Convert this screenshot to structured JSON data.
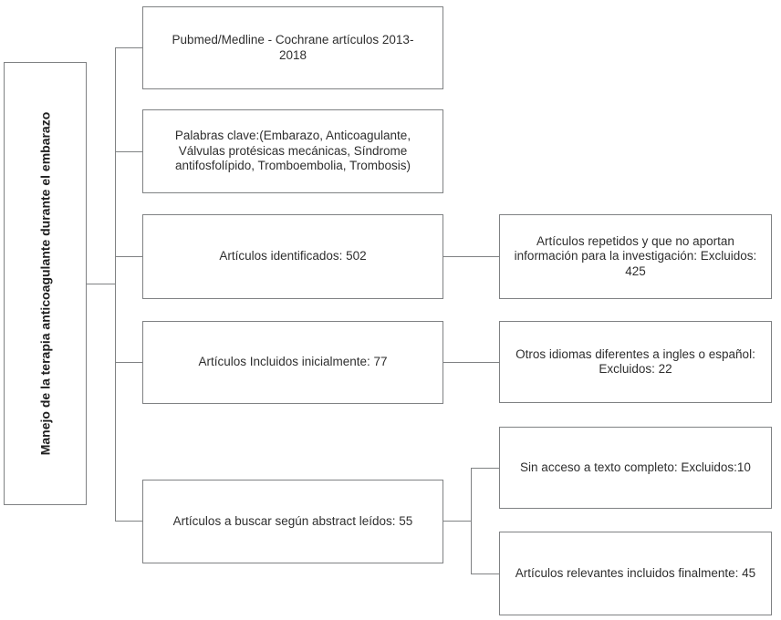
{
  "colors": {
    "background": "#ffffff",
    "box_border": "#7f8183",
    "connector": "#7f8183",
    "text": "#2e2e2e",
    "sidebar_text": "#1f1f1f"
  },
  "sidebar": {
    "label": "Manejo de la terapia anticoagulante durante el embarazo"
  },
  "flow": {
    "main_boxes": [
      {
        "id": "source",
        "text": "Pubmed/Medline - Cochrane artículos 2013-2018"
      },
      {
        "id": "keywords",
        "text": "Palabras clave:(Embarazo, Anticoagulante, Válvulas protésicas mecánicas, Síndrome antifosfolípido, Tromboembolia, Trombosis)"
      },
      {
        "id": "identified",
        "text": "Artículos identificados: 502",
        "count": 502
      },
      {
        "id": "included_initially",
        "text": "Artículos Incluidos inicialmente: 77",
        "count": 77
      },
      {
        "id": "abstracts_read",
        "text": "Artículos a buscar según abstract leídos: 55",
        "count": 55
      }
    ],
    "side_boxes": [
      {
        "id": "excluded_irrelevant",
        "text": "Artículos repetidos y que no aportan información para la investigación: Excluidos: 425",
        "count": 425
      },
      {
        "id": "excluded_language",
        "text": "Otros idiomas diferentes a ingles o español: Excluidos: 22",
        "count": 22
      },
      {
        "id": "excluded_no_fulltext",
        "text": "Sin acceso a texto completo: Excluidos:10",
        "count": 10
      },
      {
        "id": "included_finally",
        "text": "Artículos relevantes incluidos finalmente: 45",
        "count": 45
      }
    ]
  }
}
